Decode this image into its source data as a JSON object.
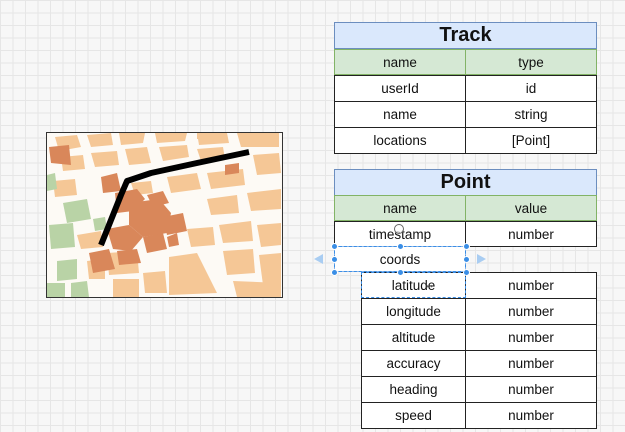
{
  "track": {
    "title": "Track",
    "headers": [
      "name",
      "type"
    ],
    "rows": [
      [
        "userId",
        "id"
      ],
      [
        "name",
        "string"
      ],
      [
        "locations",
        "[Point]"
      ]
    ]
  },
  "point": {
    "title": "Point",
    "headers": [
      "name",
      "value"
    ],
    "rows": [
      [
        "timestamp",
        "number"
      ],
      [
        "coords",
        ""
      ]
    ]
  },
  "coords": {
    "rows": [
      [
        "latitude",
        "number"
      ],
      [
        "longitude",
        "number"
      ],
      [
        "altitude",
        "number"
      ],
      [
        "accuracy",
        "number"
      ],
      [
        "heading",
        "number"
      ],
      [
        "speed",
        "number"
      ]
    ]
  },
  "map": {
    "route_color": "#000000",
    "building_color": "#f5c796",
    "highlight_color": "#d9875a",
    "park_color": "#b9d3a6"
  }
}
